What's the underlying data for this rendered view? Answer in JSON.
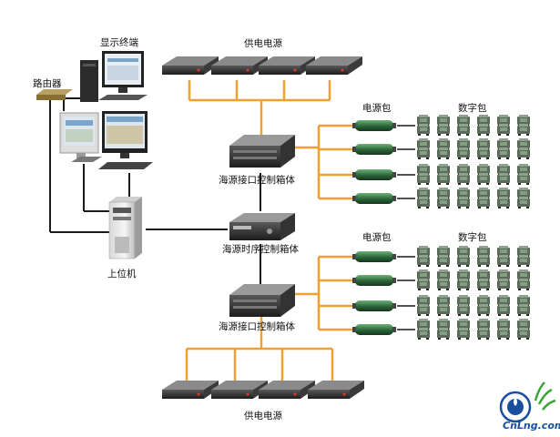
{
  "labels": {
    "display_terminal": "显示终端",
    "router": "路由器",
    "power_supply_top": "供电电源",
    "power_supply_bottom": "供电电源",
    "interface_box_top": "海源接口控制箱体",
    "timing_box": "海源时序控制箱体",
    "interface_box_bottom": "海源接口控制箱体",
    "host_computer": "上位机",
    "power_pack_top": "电源包",
    "digital_pack_top": "数字包",
    "power_pack_bottom": "电源包",
    "digital_pack_bottom": "数字包"
  },
  "logo": {
    "text": "CnLng.com"
  },
  "colors": {
    "orange_line": "#f0a030",
    "black_line": "#1a1a1a",
    "device_dark": "#2a2a2a",
    "logo_blue": "#1a4fa0",
    "logo_green": "#3aa635"
  }
}
